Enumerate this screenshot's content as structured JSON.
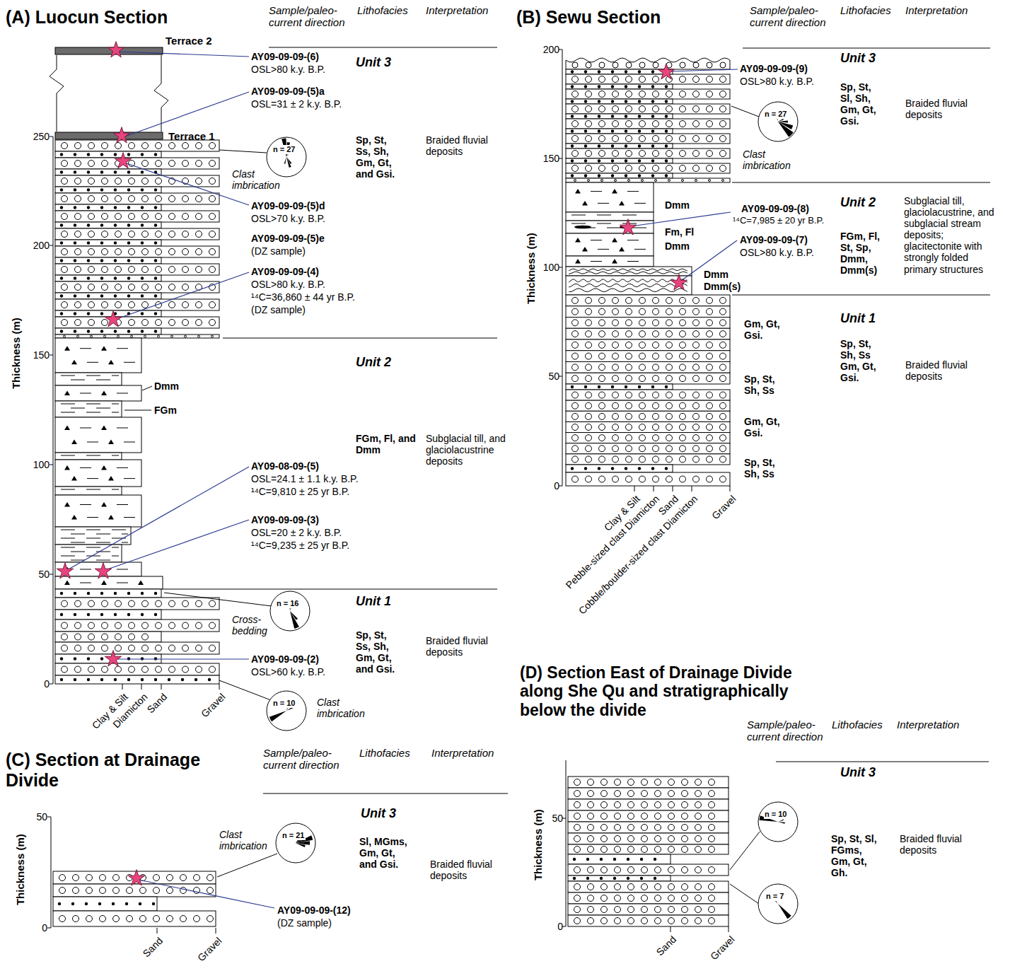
{
  "diagram": {
    "labels": [
      "(A) Luocun Section",
      "Sample/paleo- current direction",
      "Lithofacies",
      "Interpretation",
      "Terrace 2",
      "Unit 3",
      "AY09-09-09-(6)",
      "OSL>80 k.y. B.P.",
      "AY09-09-09-(5)a",
      "OSL=31 ± 2 k.y. B.P.",
      "Terrace 1",
      "250",
      "Sp, St, Ss, Sh, Gm, Gt, and Gsi.",
      "Braided fluvial deposits",
      "n = 27",
      "Clast imbrication",
      "AY09-09-09-(5)d",
      "OSL>70 k.y. B.P.",
      "AY09-09-09-(5)e",
      "(DZ sample)",
      "200",
      "AY09-09-09-(4)",
      "OSL>80 k.y. B.P.",
      "¹⁴C=36,860 ± 44 yr B.P.",
      "(DZ sample)",
      "Unit 2",
      "150",
      "Thickness (m)",
      "Dmm",
      "FGm",
      "FGm, Fl, and Dmm",
      "Subglacial till, and glaciolacustrine deposits",
      "AY09-08-09-(5)",
      "OSL=24.1 ± 1.1 k.y. B.P.",
      "¹⁴C=9,810 ± 25 yr B.P.",
      "100",
      "AY09-09-09-(3)",
      "OSL=20 ± 2 k.y. B.P.",
      "¹⁴C=9,235 ± 25 yr B.P.",
      "50",
      "Unit 1",
      "n = 16",
      "Cross- bedding",
      "Sp, St, Ss, Sh, Gm, Gt, and Gsi.",
      "Braided fluvial deposits",
      "AY09-09-09-(2)",
      "OSL>60 k.y. B.P.",
      "0",
      "Clay & Silt",
      "Diamicton",
      "Sand",
      "Gravel",
      "Clast imbrication",
      "n = 10",
      "(B) Sewu Section",
      "Sample/paleo- current direction",
      "Lithofacies",
      "Interpretation",
      "200",
      "Unit 3",
      "AY09-09-09-(9)",
      "OSL>80 k.y. B.P.",
      "Sp, St, Sl, Sh, Gm, Gt, Gsi.",
      "Braided fluvial deposits",
      "n = 27",
      "Clast imbrication",
      "150",
      "Unit 2",
      "Subglacial till, glaciolacustrine, and subglacial stream deposits; glacitectonite with strongly folded primary structures",
      "Dmm",
      "AY09-09-09-(8)",
      "¹⁴C=7,985 ± 20 yr B.P.",
      "FGm, Fl, St, Sp, Dmm, Dmm(s)",
      "Fm, Fl",
      "AY09-09-09-(7)",
      "OSL>80 k.y. B.P.",
      "Dmm",
      "100",
      "Dmm",
      "Dmm(s)",
      "Unit 1",
      "Gm, Gt, Gsi.",
      "Sp, St, Sh, Ss Gm, Gt, Gsi.",
      "Braided fluvial deposits",
      "50",
      "Sp, St, Sh, Ss",
      "Gm, Gt, Gsi.",
      "Sp, St, Sh, Ss",
      "0",
      "Thickness (m)",
      "Clay & Silt",
      "Pebble-sized clast Diamicton",
      "Sand",
      "Cobble/boulder-sized clast Diamicton",
      "Gravel",
      "(C) Section at Drainage Divide",
      "Sample/paleo- current direction",
      "Lithofacies",
      "Interpretation",
      "Unit 3",
      "50",
      "Clast imbrication",
      "n = 21",
      "Sl, MGms, Gm, Gt, and Gsi.",
      "Braided fluvial deposits",
      "Thickness (m)",
      "AY09-09-09-(12)",
      "(DZ sample)",
      "0",
      "Sand",
      "Gravel",
      "(D) Section East of Drainage Divide along She Qu and stratigraphically below the divide",
      "Sample/paleo- current direction",
      "Lithofacies",
      "Interpretation",
      "Unit 3",
      "n = 10",
      "50",
      "Sp, St, Sl, FGms, Gm, Gt, Gh.",
      "Braided fluvial deposits",
      "Thickness (m)",
      "n = 7",
      "0",
      "Sand",
      "Gravel"
    ]
  }
}
